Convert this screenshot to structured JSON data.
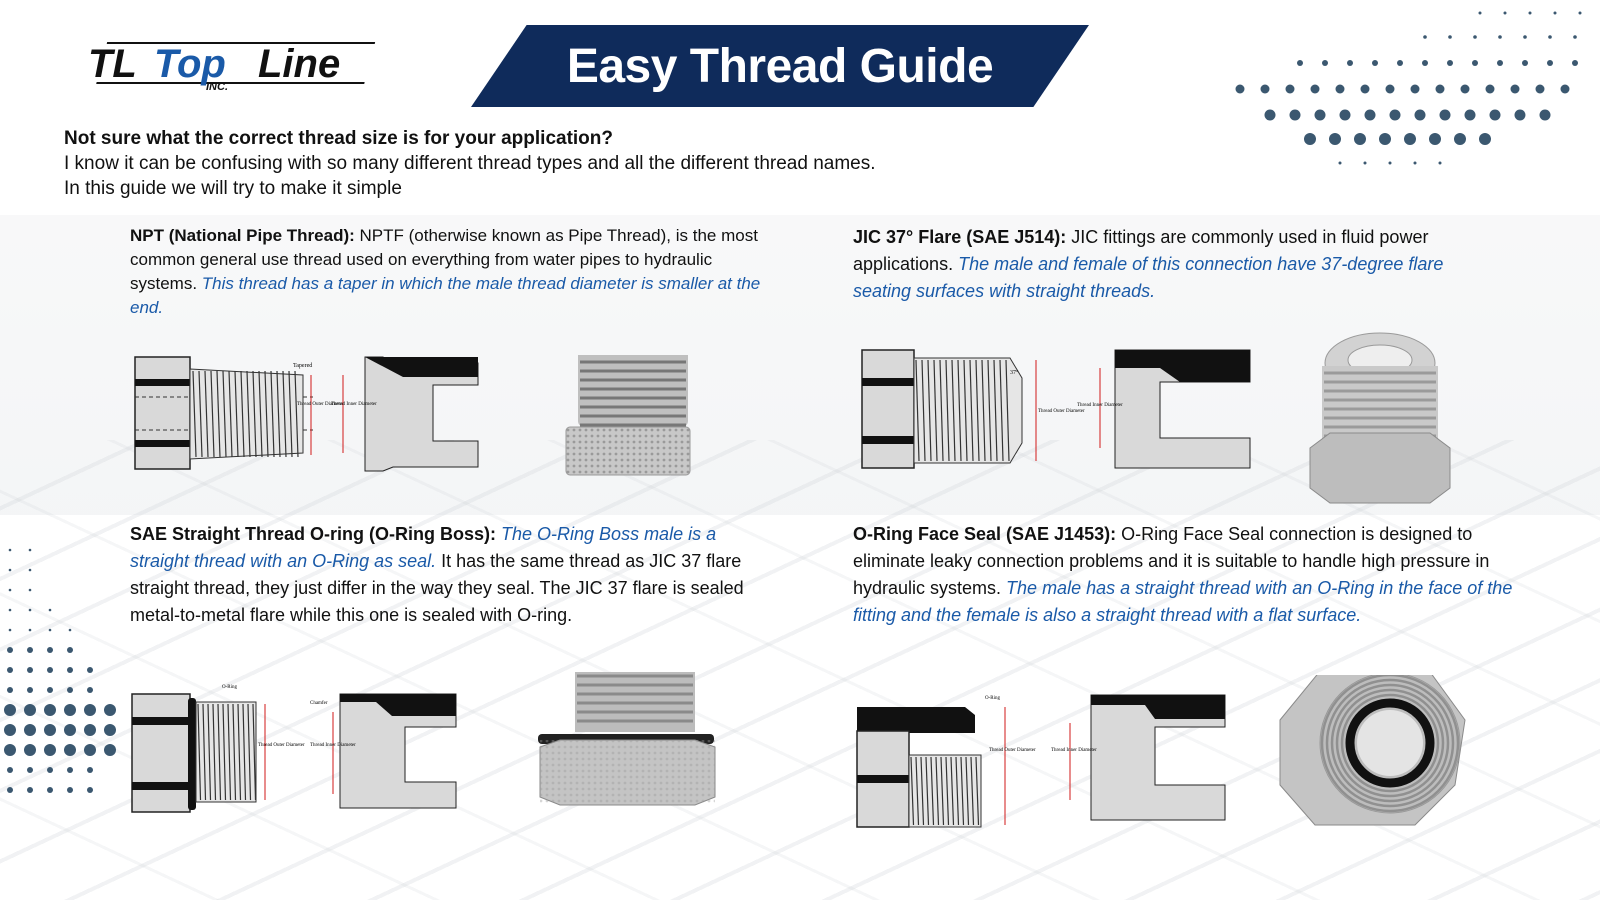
{
  "brand": {
    "logo_text": "TL TopLine",
    "logo_sub": "INC."
  },
  "banner": {
    "title": "Easy Thread Guide"
  },
  "intro": {
    "question": "Not sure what the correct thread size is for your application?",
    "line1": "I know it can be confusing with so many different thread types and all the different thread names.",
    "line2": "In this guide we will try to make it simple"
  },
  "sections": {
    "npt": {
      "head": "NPT (National Pipe Thread):",
      "body": " NPTF (otherwise known as Pipe Thread), is the most common general use thread used on everything from water pipes to hydraulic systems. ",
      "highlight": "This thread has a taper in which the male thread diameter is smaller at the end.",
      "labels": {
        "tapered": "Tapered",
        "od": "Thread Outer Diameter",
        "id": "Thread Inner Diameter"
      }
    },
    "jic": {
      "head": "JIC 37° Flare (SAE J514):",
      "body": " JIC fittings are commonly used in fluid power applications. ",
      "highlight": "The male and female of this connection have 37-degree flare seating surfaces with straight threads.",
      "labels": {
        "angle": "37°",
        "od": "Thread Outer Diameter",
        "id": "Thread Inner Diameter"
      }
    },
    "sae": {
      "head": "SAE Straight Thread O-ring (O-Ring Boss):",
      "highlight": " The O-Ring Boss male is a straight thread with an O-Ring as seal.",
      "body": " It has the same thread as JIC 37 flare straight thread, they just differ in the way they seal. The JIC 37 flare is sealed metal-to-metal flare while this one is sealed with O-ring.",
      "labels": {
        "oring": "O-Ring",
        "chamfer": "Chamfer",
        "od": "Thread Outer Diameter",
        "id": "Thread Inner Diameter"
      }
    },
    "orfs": {
      "head": "O-Ring Face Seal (SAE J1453):",
      "body": " O-Ring Face Seal connection is designed to eliminate leaky connection problems and it is suitable to handle high pressure in hydraulic systems. ",
      "highlight": "The male has a straight thread with an O-Ring in the face of the fitting and the female is also a straight thread with a flat surface.",
      "labels": {
        "oring": "O-Ring",
        "od": "Thread Outer Diameter",
        "id": "Thread Inner Diameter"
      }
    }
  },
  "colors": {
    "navy": "#0f2b5b",
    "blue_text": "#1a5aa8",
    "dots": "#3b5870",
    "arrow_red": "#d11a1a"
  }
}
